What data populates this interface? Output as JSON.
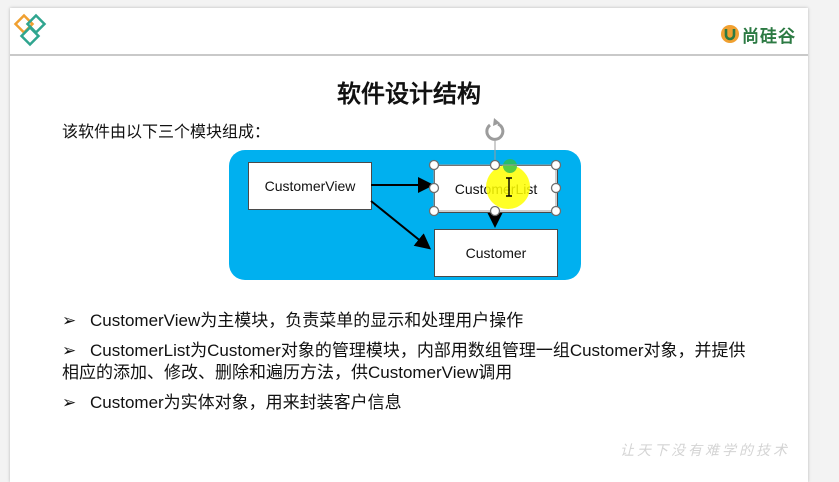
{
  "header": {
    "brand_text": "尚硅谷"
  },
  "slide": {
    "title": "软件设计结构",
    "intro": "该软件由以下三个模块组成："
  },
  "diagram": {
    "customer_view_label": "CustomerView",
    "customer_list_label": "CustomerList",
    "customer_label": "Customer",
    "colors": {
      "background": "#00b0ef",
      "cursor_highlight": "#ffff00",
      "selection_handle": "#8c8c8c"
    }
  },
  "bullets": [
    {
      "marker": "➢",
      "text": "CustomerView为主模块，负责菜单的显示和处理用户操作"
    },
    {
      "marker": "➢",
      "text": "CustomerList为Customer对象的管理模块，内部用数组管理一组Customer对象，并提供相应的添加、修改、删除和遍历方法，供CustomerView调用"
    },
    {
      "marker": "➢",
      "text": "Customer为实体对象，用来封装客户信息"
    }
  ],
  "footer": {
    "watermark": "让天下没有难学的技术"
  },
  "colors": {
    "brand": "#2c7a43",
    "logo_orange": "#f0a030",
    "logo_teal": "#2fa58f"
  }
}
